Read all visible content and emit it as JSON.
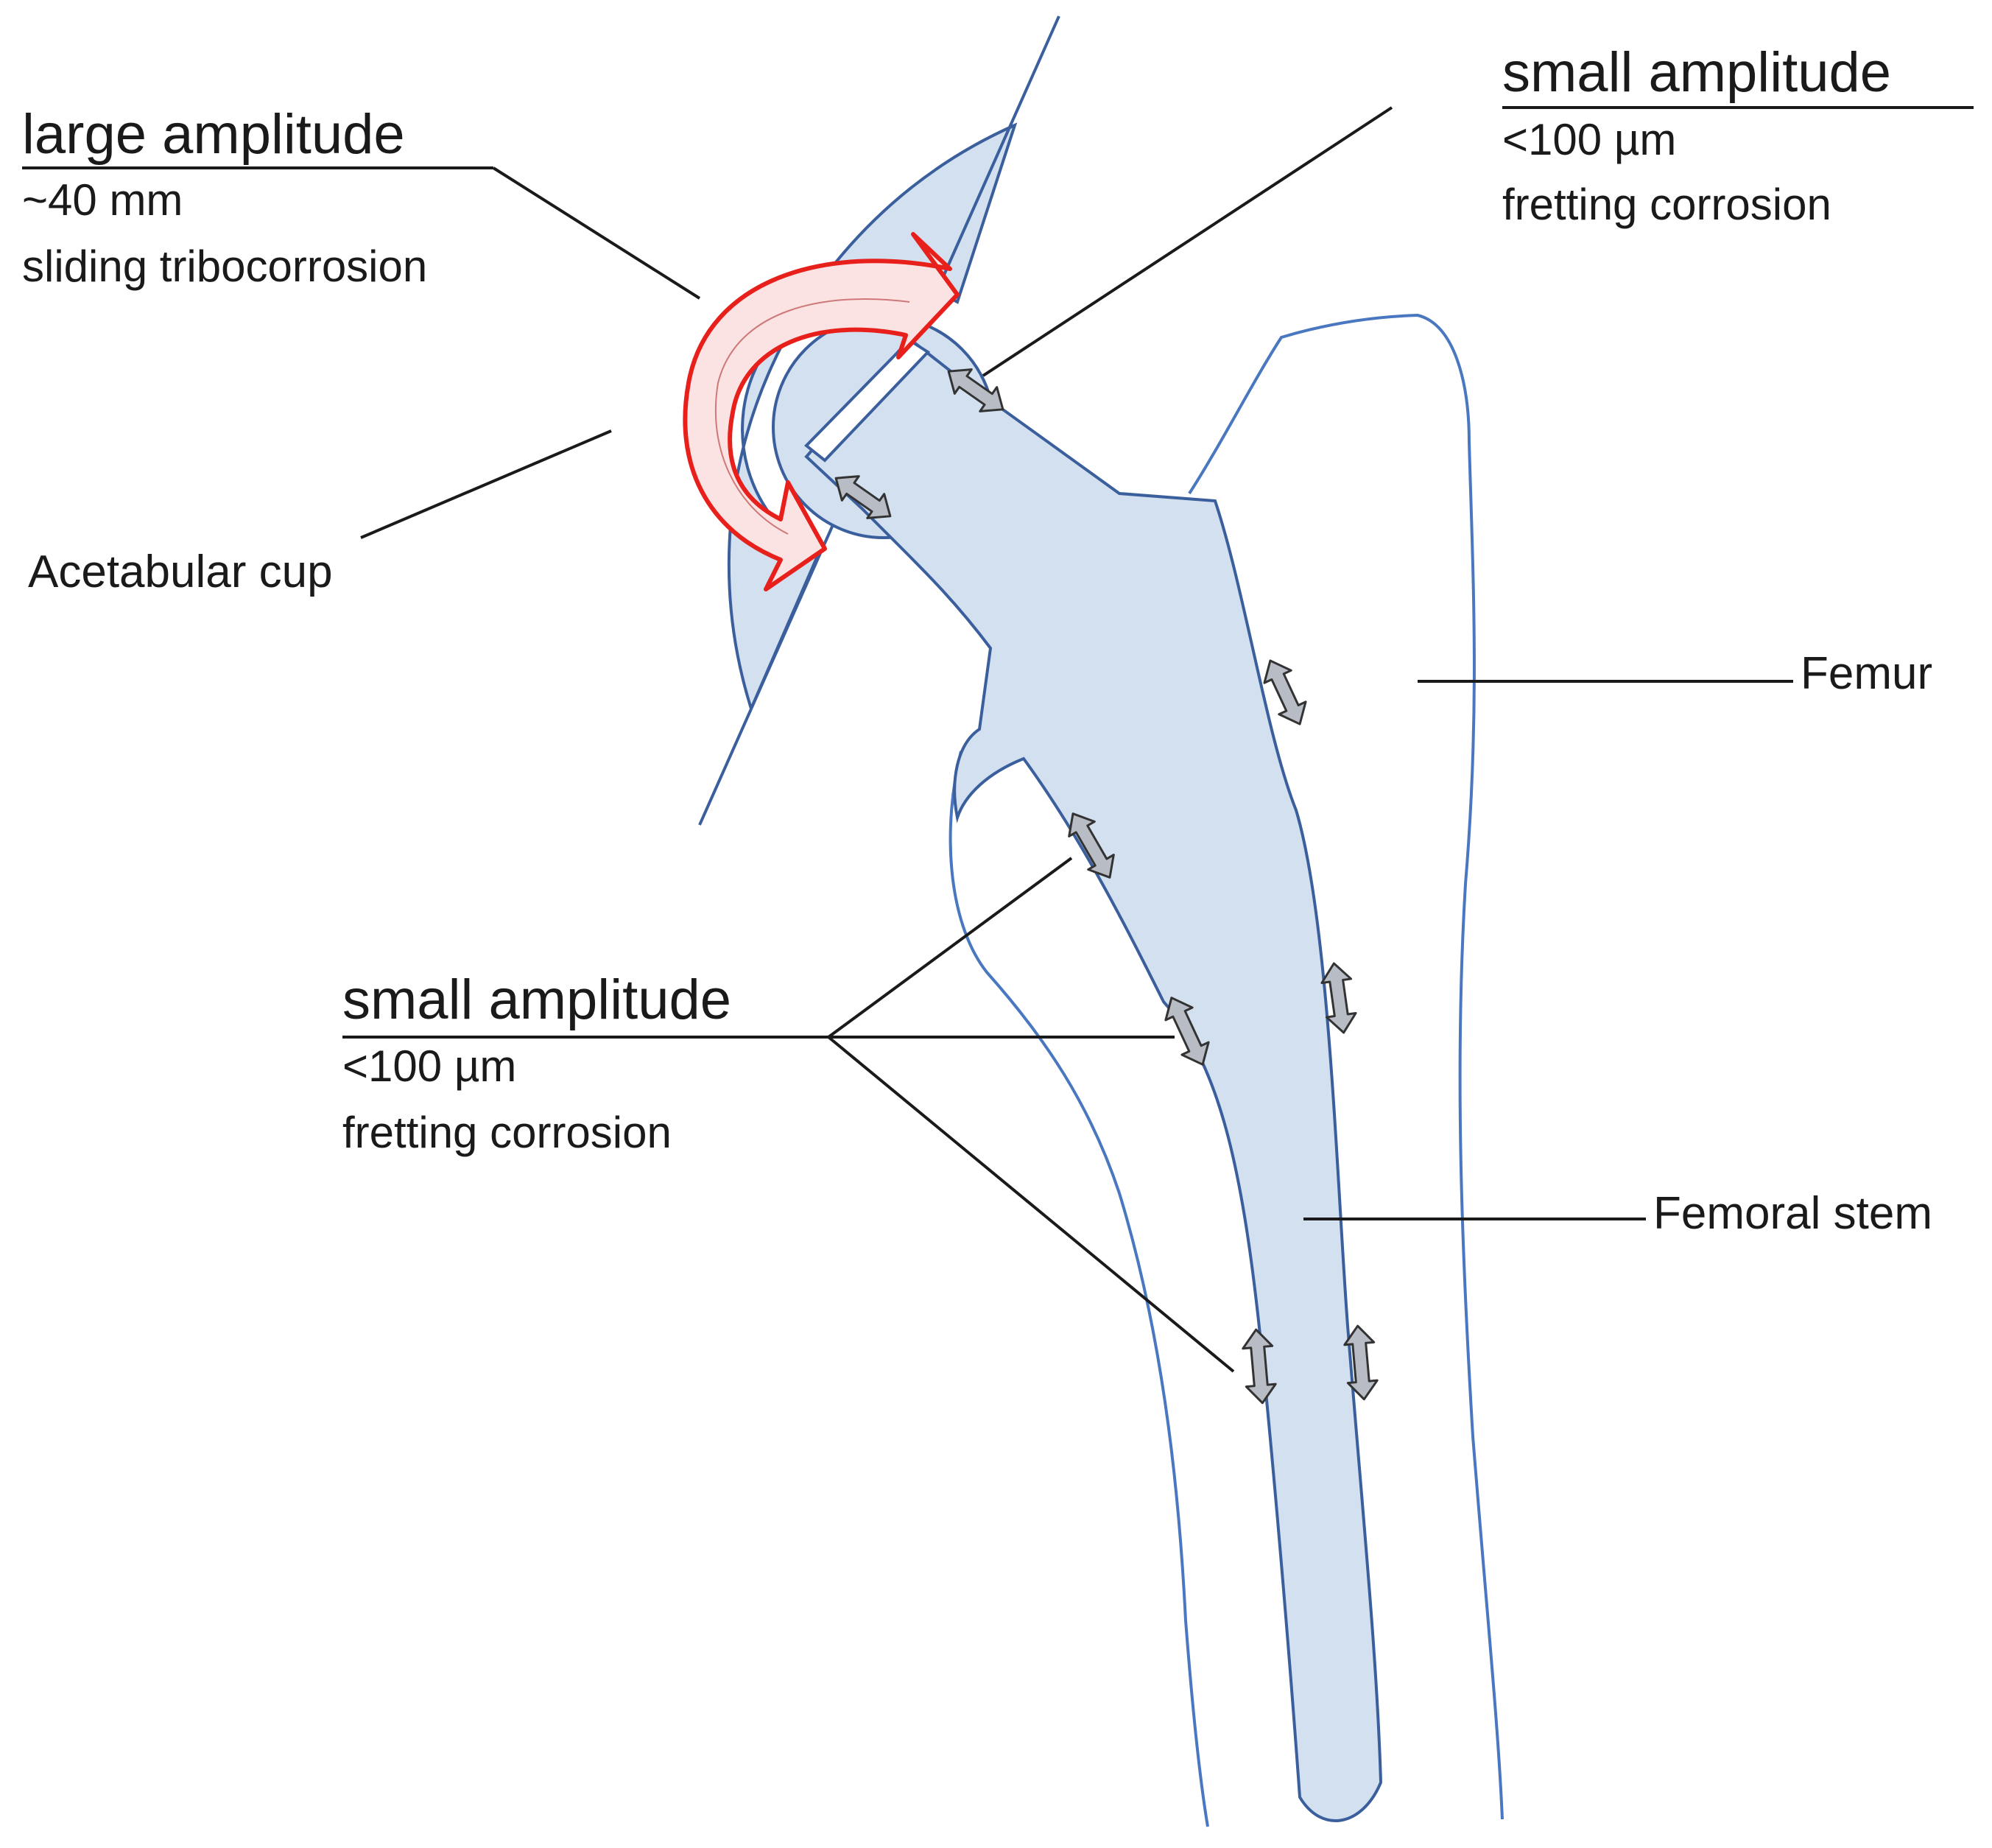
{
  "labels": {
    "large_amplitude": {
      "heading": "large amplitude",
      "value": "~40 mm",
      "mechanism": "sliding tribocorrosion"
    },
    "small_amplitude_top": {
      "heading": "small amplitude",
      "value": "<100 µm",
      "mechanism": "fretting corrosion"
    },
    "small_amplitude_bottom": {
      "heading": "small amplitude",
      "value": "<100 µm",
      "mechanism": "fretting corrosion"
    },
    "acetabular_cup": "Acetabular cup",
    "femur": "Femur",
    "femoral_stem": "Femoral stem"
  },
  "colors": {
    "implant_fill": "#d2e0f0",
    "outline": "#3a5f9c",
    "bone_outline": "#4a78c0",
    "leader_line": "#1a1a1a",
    "rotation_arrow_stroke": "#e8201c",
    "rotation_arrow_fill": "#fbe3e3",
    "micromotion_arrow_fill": "#b8bcc4"
  },
  "icons": {
    "rotation": "curved-double-arrow-icon",
    "micromotion": "double-headed-arrow-icon"
  }
}
